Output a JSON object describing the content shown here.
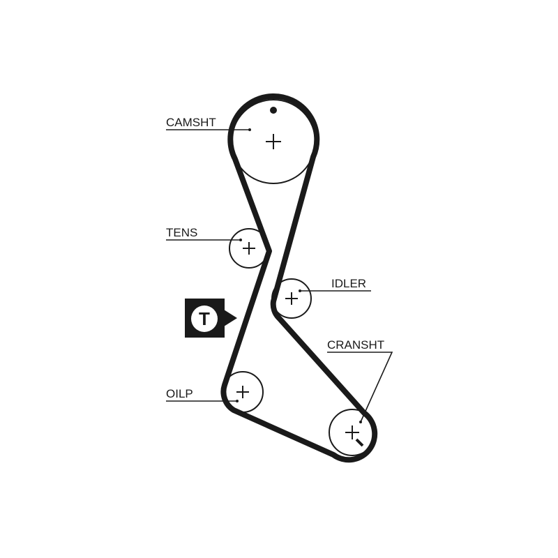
{
  "labels": {
    "camshaft": "CAMSHT",
    "tensioner": "TENS",
    "idler": "IDLER",
    "crankshaft": "CRANSHT",
    "oil_pump": "OILP"
  },
  "tension_badge": "T",
  "colors": {
    "ink": "#1a1a1a",
    "background": "#ffffff"
  }
}
